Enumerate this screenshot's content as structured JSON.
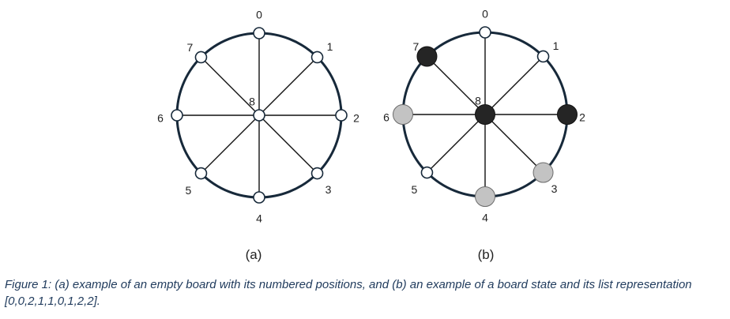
{
  "boards": [
    {
      "id": "a",
      "label": "(a)",
      "node_labels": [
        "0",
        "1",
        "2",
        "3",
        "4",
        "5",
        "6",
        "7",
        "8"
      ],
      "state": [
        0,
        0,
        0,
        0,
        0,
        0,
        0,
        0,
        0
      ]
    },
    {
      "id": "b",
      "label": "(b)",
      "node_labels": [
        "0",
        "1",
        "2",
        "3",
        "4",
        "5",
        "6",
        "7",
        "8"
      ],
      "state": [
        0,
        0,
        2,
        1,
        1,
        0,
        1,
        2,
        2
      ]
    }
  ],
  "colors": {
    "ring": "#17293a",
    "spoke": "#111111",
    "empty_fill": "#ffffff",
    "empty_stroke": "#17293a",
    "piece_1": "#c3c3c3",
    "piece_1_stroke": "#6b6b6b",
    "piece_2": "#252525",
    "piece_2_stroke": "#111111",
    "caption": "#1f3a5c"
  },
  "caption": "Figure 1: (a) example of an empty board with its numbered positions, and (b) an example of a board state and its list representation [0,0,2,1,1,0,1,2,2]."
}
